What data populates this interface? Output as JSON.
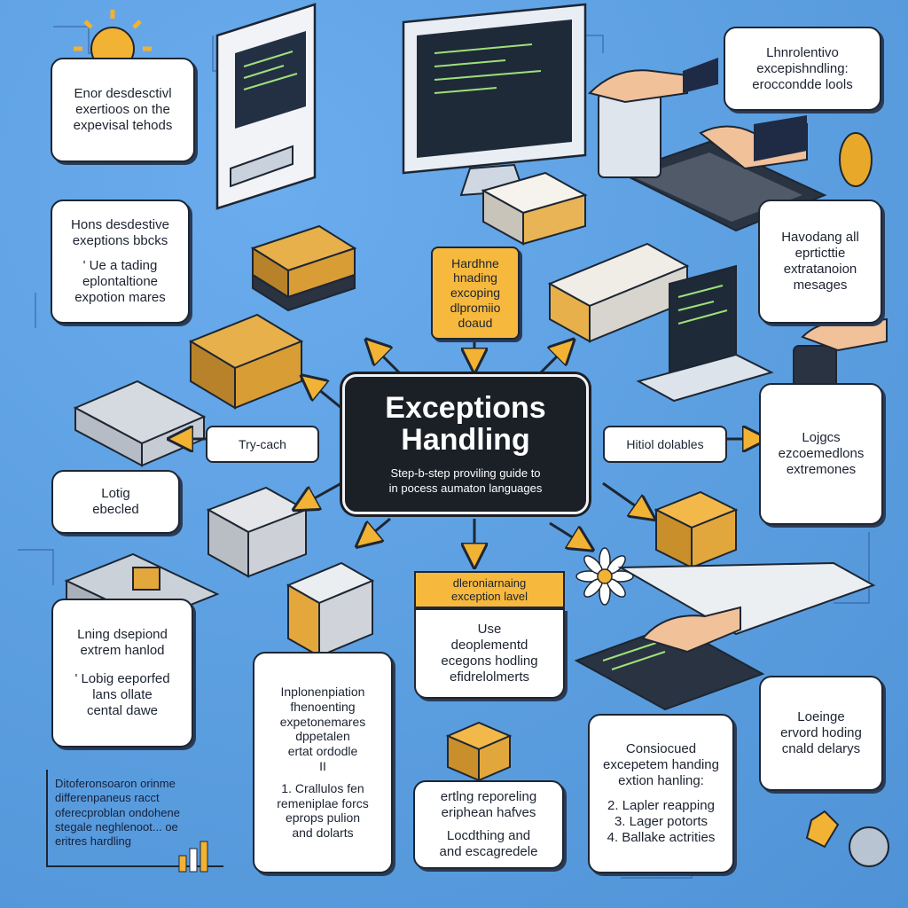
{
  "center": {
    "title_line1": "Exceptions",
    "title_line2": "Handling",
    "subtitle_line1": "Step-b-step proviling guide to",
    "subtitle_line2": "in pocess aumaton languages"
  },
  "cards": {
    "top_left": [
      "Enor desdesctivl",
      "exertioos on the",
      "expevisal tehods"
    ],
    "mid_left": [
      "Hons desdestive",
      "exeptions bbcks",
      "' Ue a tading",
      "eplontaltione",
      "expotion mares"
    ],
    "top_right": [
      "Lhnrolentivo",
      "excepishndling:",
      "eroccondde lools"
    ],
    "mid_right": [
      "Havodang all",
      "eprticttie",
      "extratanoion",
      "mesages"
    ],
    "lower_right": [
      "Lojgcs",
      "ezcoemedlons",
      "extremones"
    ],
    "loging": [
      "Lotig",
      "ebecled"
    ],
    "bottom_left": [
      "Lning dsepiond",
      "extrem hanlod",
      "' Lobig eeporfed",
      "lans ollate",
      "cental dawe"
    ],
    "bottom_center_left": [
      "Inplonenpiation",
      "fhenoenting",
      "expetonemares",
      "dppetalen",
      "ertat ordodle",
      "II",
      "1. Crallulos fen",
      "remeniplae forcs",
      "eprops pulion",
      "and dolarts"
    ],
    "bottom_center": [
      "Use",
      "deoplementd",
      "ecegons hodling",
      "efidrelolmerts"
    ],
    "bottom_center_lower": [
      "ertlng reporeling",
      "eriphean hafves",
      "Locdthing and",
      "and escagredele"
    ],
    "bottom_right_center": [
      "Consiocued",
      "excepetem handing",
      "extion hanling:",
      "2. Lapler reapping",
      "3. Lager potorts",
      "4. Ballake actrities"
    ],
    "bottom_right": [
      "Loeinge",
      "ervord hoding",
      "cnald delarys"
    ],
    "orange_top": [
      "Hardhne",
      "hnading",
      "excoping",
      "dlpromiio",
      "doaud"
    ],
    "orange_mid": [
      "dleroniarnaing",
      "exception lavel"
    ]
  },
  "pills": {
    "try_catch": "Try-cach",
    "right_pill": "Hitiol dolables"
  },
  "note_bottom_left": [
    "Ditoferonsoaron orinme",
    "differenpaneus racct",
    "oferecproblan ondohene",
    "stegale neghlenoot... oe",
    "eritres hardling"
  ],
  "colors": {
    "background": "#5b9fe0",
    "center_box": "#1b1f26",
    "accent_orange": "#f7b93d",
    "outline": "#1d2633"
  }
}
